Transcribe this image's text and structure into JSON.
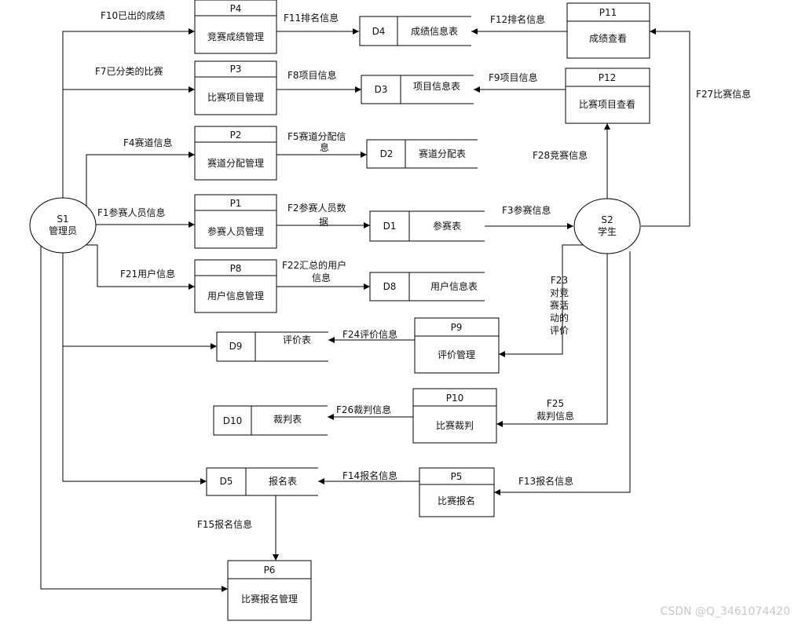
{
  "entities": {
    "s1": {
      "id": "S1",
      "name": "管理员"
    },
    "s2": {
      "id": "S2",
      "name": "学生"
    }
  },
  "processes": {
    "p4": {
      "id": "P4",
      "name": "竞赛成绩管理"
    },
    "p3": {
      "id": "P3",
      "name": "比赛项目管理"
    },
    "p2": {
      "id": "P2",
      "name": "赛道分配管理"
    },
    "p1": {
      "id": "P1",
      "name": "参赛人员管理"
    },
    "p8": {
      "id": "P8",
      "name": "用户信息管理"
    },
    "p11": {
      "id": "P11",
      "name": "成绩查看"
    },
    "p12": {
      "id": "P12",
      "name": "比赛项目查看"
    },
    "p9": {
      "id": "P9",
      "name": "评价管理"
    },
    "p10": {
      "id": "P10",
      "name": "比赛裁判"
    },
    "p5": {
      "id": "P5",
      "name": "比赛报名"
    },
    "p6": {
      "id": "P6",
      "name": "比赛报名管理"
    }
  },
  "stores": {
    "d4": {
      "id": "D4",
      "name": "成绩信息表"
    },
    "d3": {
      "id": "D3",
      "name": "项目信息表"
    },
    "d2": {
      "id": "D2",
      "name": "赛道分配表"
    },
    "d1": {
      "id": "D1",
      "name": "参赛表"
    },
    "d8": {
      "id": "D8",
      "name": "用户信息表"
    },
    "d9": {
      "id": "D9",
      "name": "评价表"
    },
    "d10": {
      "id": "D10",
      "name": "裁判表"
    },
    "d5": {
      "id": "D5",
      "name": "报名表"
    }
  },
  "flows": {
    "f10": "F10已出的成绩",
    "f11": "F11排名信息",
    "f12": "F12排名信息",
    "f7": "F7已分类的比赛",
    "f8": "F8项目信息",
    "f9": "F9项目信息",
    "f27": "F27比赛信息",
    "f4": "F4赛道信息",
    "f5a": "F5赛道分配信",
    "f5b": "息",
    "f28": "F28竞赛信息",
    "f1": "F1参赛人员信息",
    "f2a": "F2参赛人员数",
    "f2b": "据",
    "f3": "F3参赛信息",
    "f21": "F21用户信息",
    "f22a": "F22汇总的用户",
    "f22b": "信息",
    "f23": [
      "F23",
      "对竞",
      "赛活",
      "动的",
      "评价"
    ],
    "f24": "F24评价信息",
    "f25a": "F25",
    "f25b": "裁判信息",
    "f26": "F26裁判信息",
    "f14": "F14报名信息",
    "f13": "F13报名信息",
    "f15": "F15报名信息"
  },
  "watermark": "CSDN @Q_3461074420"
}
